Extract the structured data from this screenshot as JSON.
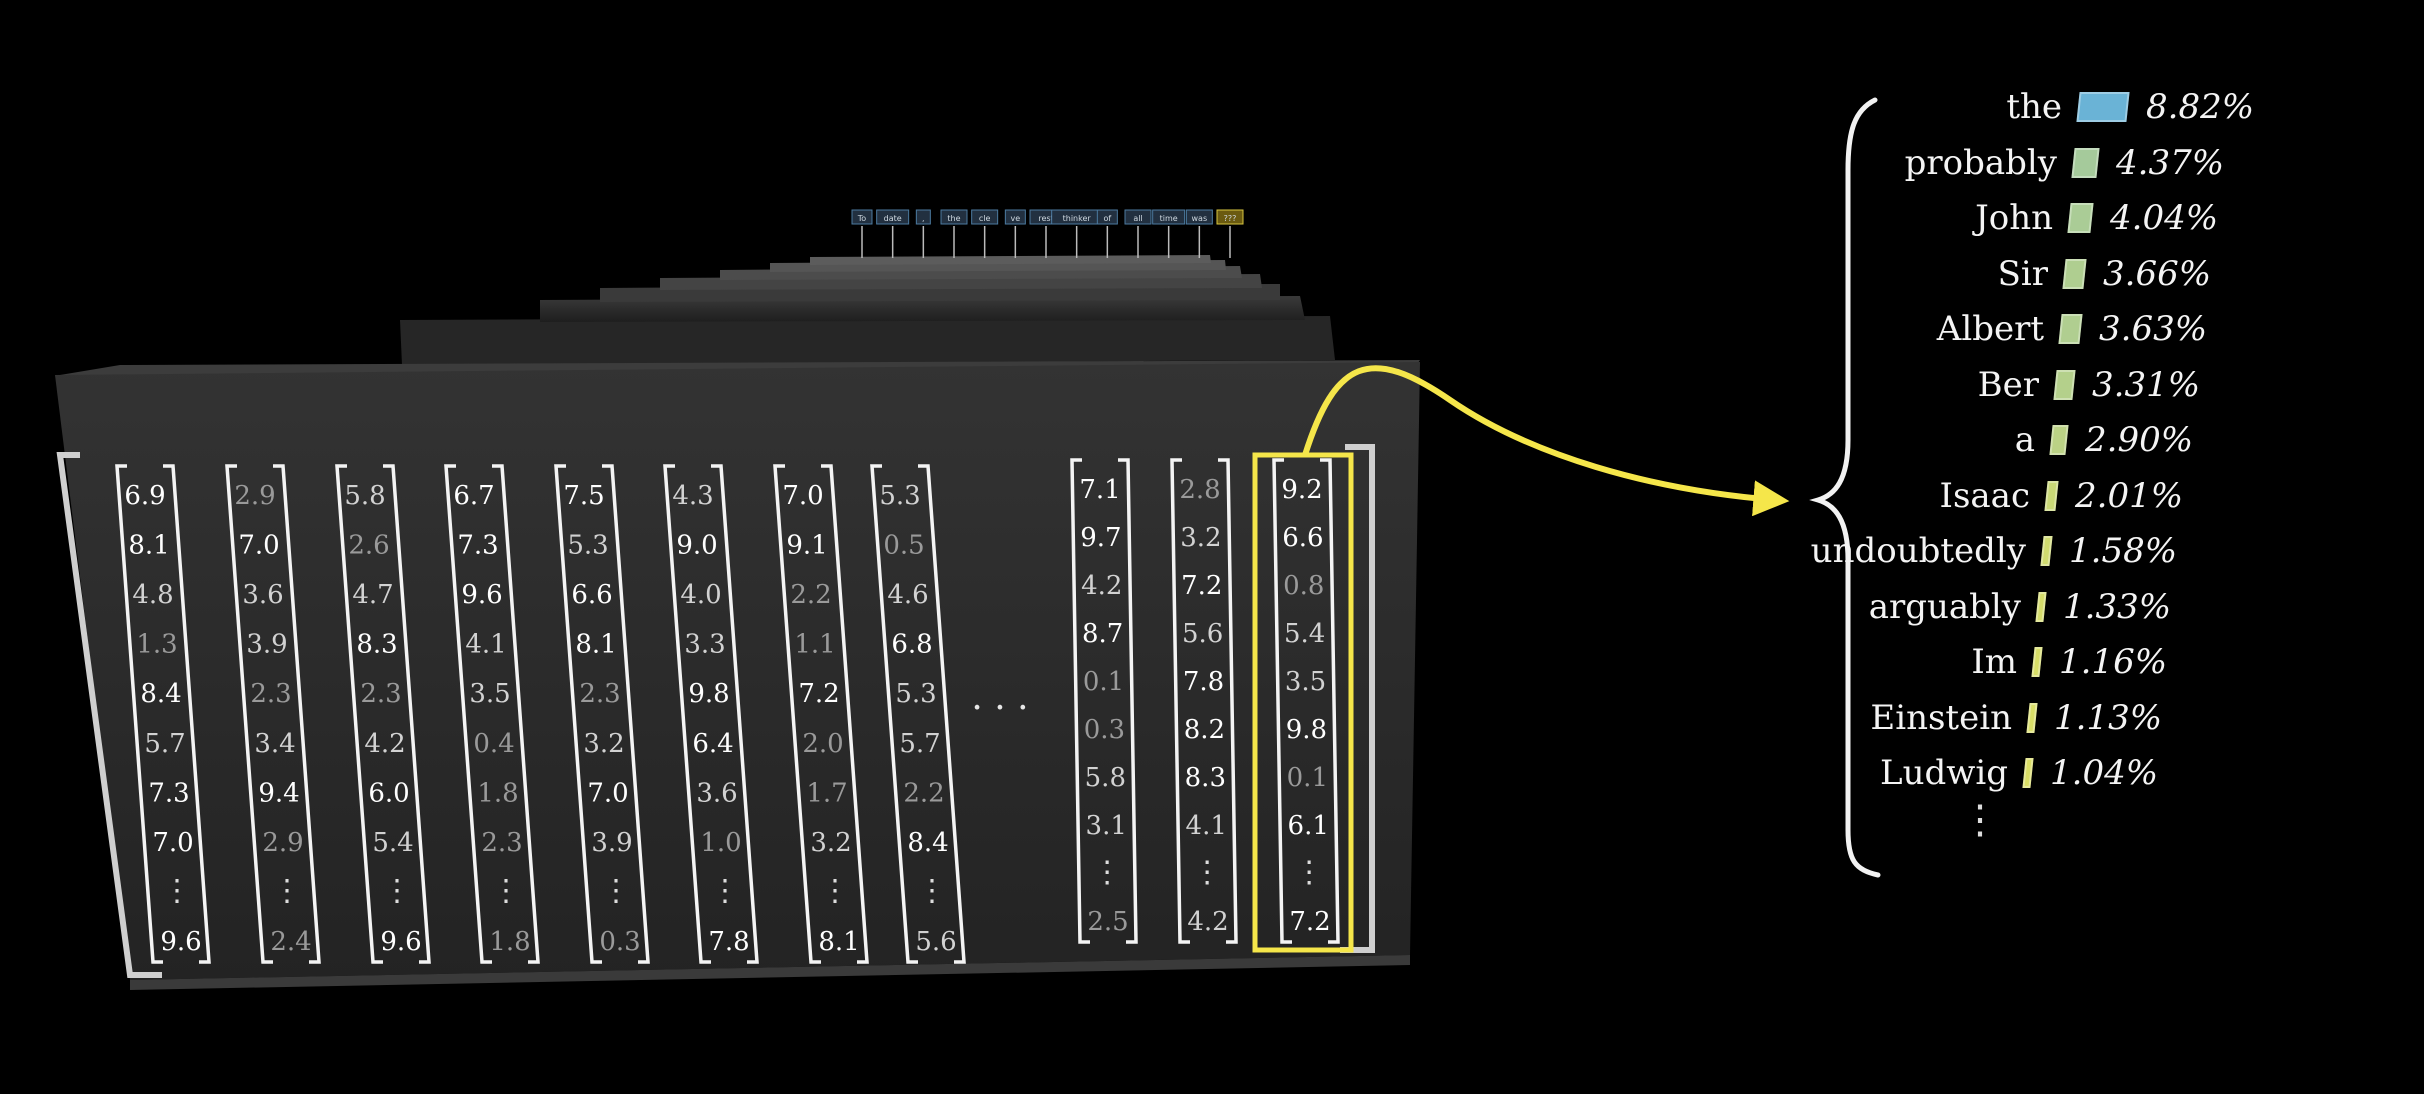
{
  "context_tokens": [
    "To",
    "date",
    ",",
    "the",
    "cle",
    "ve",
    "rest",
    "thinker",
    "of",
    "all",
    "time",
    "was",
    "???"
  ],
  "matrix": {
    "columns": [
      {
        "top": "6.9",
        "values": [
          "8.1",
          "4.8",
          "1.3",
          "8.4",
          "5.7",
          "7.3",
          "7.0"
        ],
        "bottom": "9.6"
      },
      {
        "top": "2.9",
        "values": [
          "7.0",
          "3.6",
          "3.9",
          "2.3",
          "3.4",
          "9.4",
          "2.9"
        ],
        "bottom": "2.4"
      },
      {
        "top": "5.8",
        "values": [
          "2.6",
          "4.7",
          "8.3",
          "2.3",
          "4.2",
          "6.0",
          "5.4"
        ],
        "bottom": "9.6"
      },
      {
        "top": "6.7",
        "values": [
          "7.3",
          "9.6",
          "4.1",
          "3.5",
          "0.4",
          "1.8",
          "2.3"
        ],
        "bottom": "1.8"
      },
      {
        "top": "7.5",
        "values": [
          "5.3",
          "6.6",
          "8.1",
          "2.3",
          "3.2",
          "7.0",
          "3.9"
        ],
        "bottom": "0.3"
      },
      {
        "top": "4.3",
        "values": [
          "9.0",
          "4.0",
          "3.3",
          "9.8",
          "6.4",
          "3.6",
          "1.0"
        ],
        "bottom": "7.8"
      },
      {
        "top": "7.0",
        "values": [
          "9.1",
          "2.2",
          "1.1",
          "7.2",
          "2.0",
          "1.7",
          "3.2"
        ],
        "bottom": "8.1"
      },
      {
        "top": "5.3",
        "values": [
          "0.5",
          "4.6",
          "6.8",
          "5.3",
          "5.7",
          "2.2",
          "8.4"
        ],
        "bottom": "5.6"
      },
      {
        "top": "7.1",
        "values": [
          "9.7",
          "4.2",
          "8.7",
          "0.1",
          "0.3",
          "5.8",
          "3.1"
        ],
        "bottom": "2.5"
      },
      {
        "top": "2.8",
        "values": [
          "3.2",
          "7.2",
          "5.6",
          "7.8",
          "8.2",
          "8.3",
          "4.1"
        ],
        "bottom": "4.2"
      },
      {
        "top": "9.2",
        "values": [
          "6.6",
          "0.8",
          "5.4",
          "3.5",
          "9.8",
          "0.1",
          "6.1"
        ],
        "bottom": "7.2"
      }
    ],
    "ellipsis": "· · ·",
    "vertical_ellipsis": "⋮"
  },
  "distribution": [
    {
      "word": "the",
      "percent": "8.82%",
      "value": 8.82
    },
    {
      "word": "probably",
      "percent": "4.37%",
      "value": 4.37
    },
    {
      "word": "John",
      "percent": "4.04%",
      "value": 4.04
    },
    {
      "word": "Sir",
      "percent": "3.66%",
      "value": 3.66
    },
    {
      "word": "Albert",
      "percent": "3.63%",
      "value": 3.63
    },
    {
      "word": "Ber",
      "percent": "3.31%",
      "value": 3.31
    },
    {
      "word": "a",
      "percent": "2.90%",
      "value": 2.9
    },
    {
      "word": "Isaac",
      "percent": "2.01%",
      "value": 2.01
    },
    {
      "word": "undoubtedly",
      "percent": "1.58%",
      "value": 1.58
    },
    {
      "word": "arguably",
      "percent": "1.33%",
      "value": 1.33
    },
    {
      "word": "Im",
      "percent": "1.16%",
      "value": 1.16
    },
    {
      "word": "Einstein",
      "percent": "1.13%",
      "value": 1.13
    },
    {
      "word": "Ludwig",
      "percent": "1.04%",
      "value": 1.04
    }
  ],
  "distribution_ellipsis": "⋮",
  "colors": {
    "highlight": "#f5e64a",
    "bar_high": "#6ab3d6",
    "bar_low": "#f3e84c",
    "block_face": "#2b2b2b",
    "bracket": "#ffffff"
  }
}
